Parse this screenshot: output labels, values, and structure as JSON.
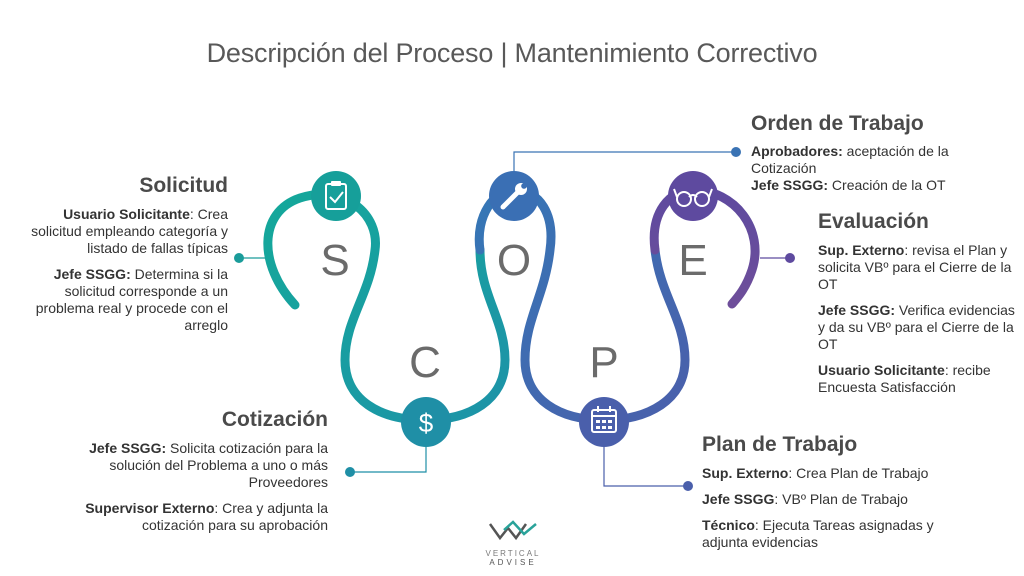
{
  "title": "Descripción del Proceso | Mantenimiento Correctivo",
  "letters": {
    "s": "S",
    "c": "C",
    "o": "O",
    "p": "P",
    "e": "E"
  },
  "solicitud": {
    "title": "Solicitud",
    "p1_bold": "Usuario Solicitante",
    "p1_text": ": Crea solicitud empleando categoría y listado de fallas típicas",
    "p2_bold": "Jefe SSGG:",
    "p2_text": " Determina si la solicitud corresponde a un problema real y procede con el arreglo"
  },
  "cotizacion": {
    "title": "Cotización",
    "p1_bold": "Jefe SSGG:",
    "p1_text": " Solicita cotización para la solución del Problema  a uno o más Proveedores",
    "p2_bold": "Supervisor Externo",
    "p2_text": ": Crea y adjunta la cotización para su aprobación"
  },
  "orden": {
    "title": "Orden de Trabajo",
    "p1_bold": "Aprobadores:",
    "p1_text": " aceptación de la Cotización",
    "p2_bold": "Jefe SSGG:",
    "p2_text": " Creación de la OT"
  },
  "plan": {
    "title": "Plan de Trabajo",
    "p1_bold": "Sup. Externo",
    "p1_text": ": Crea Plan de Trabajo",
    "p2_bold": "Jefe SSGG",
    "p2_text": ": VBº Plan de Trabajo",
    "p3_bold": "Técnico",
    "p3_text": ": Ejecuta Tareas asignadas y adjunta evidencias"
  },
  "evaluacion": {
    "title": "Evaluación",
    "p1_bold": "Sup. Externo",
    "p1_text": ": revisa el Plan y solicita VBº para el Cierre de la OT",
    "p2_bold": "Jefe SSGG:",
    "p2_text": " Verifica evidencias y da su VBº para el Cierre de la OT",
    "p3_bold": "Usuario Solicitante",
    "p3_text": ": recibe Encuesta Satisfacción"
  },
  "logo": {
    "line1": "VERTICAL",
    "line2": "ADVISE"
  },
  "colors": {
    "teal": "#1a9c9a",
    "teal2": "#1f8fa6",
    "blue": "#3a73b4",
    "blue2": "#4a62ab",
    "purple": "#6a4c9c"
  },
  "icons": {
    "s": "clipboard-check-icon",
    "c": "dollar-icon",
    "o": "wrench-icon",
    "p": "calendar-icon",
    "e": "glasses-icon"
  }
}
